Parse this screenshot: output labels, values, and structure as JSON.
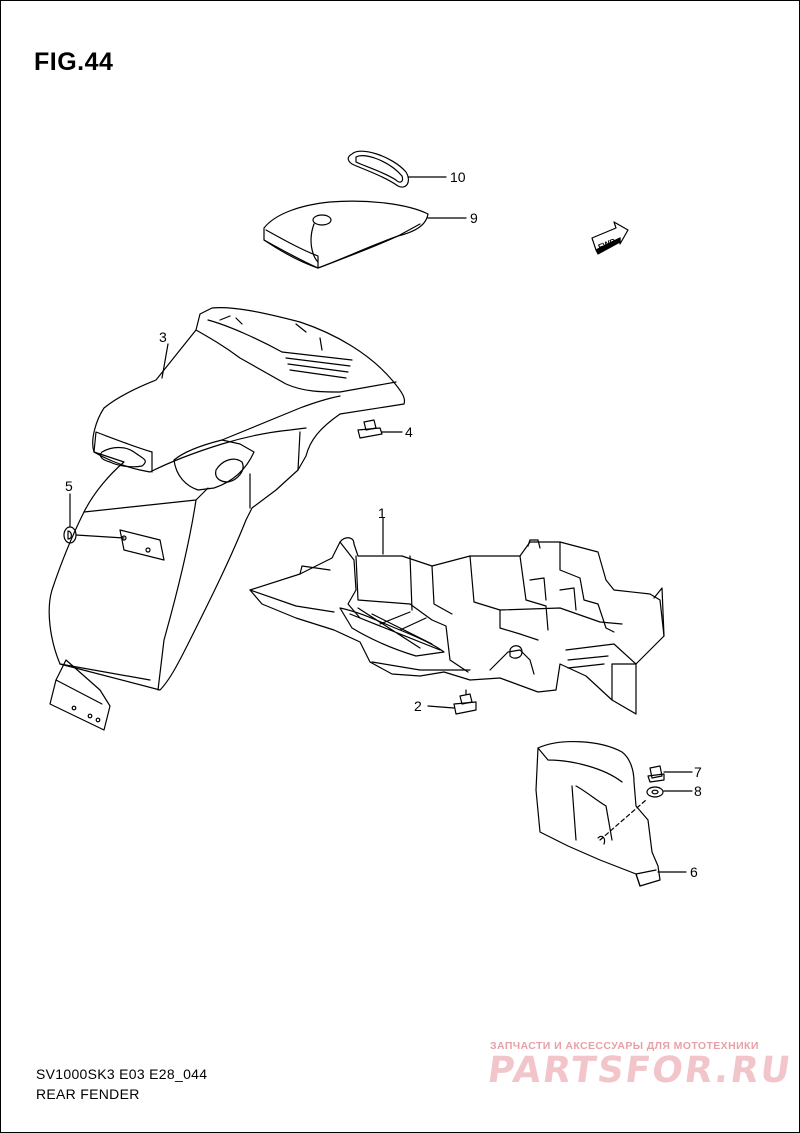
{
  "figure": {
    "title": "FIG.44"
  },
  "direction_badge": {
    "label": "FWD"
  },
  "callouts": [
    "1",
    "2",
    "3",
    "4",
    "5",
    "6",
    "7",
    "8",
    "9",
    "10"
  ],
  "footer": {
    "model_code": "SV1000SK3 E03 E28_044",
    "group_name": "REAR FENDER"
  },
  "watermark": {
    "tagline": "ЗАПЧАСТИ И АКСЕССУАРЫ ДЛЯ МОТОТЕХНИКИ",
    "logo": "PARTSFOR.RU"
  }
}
